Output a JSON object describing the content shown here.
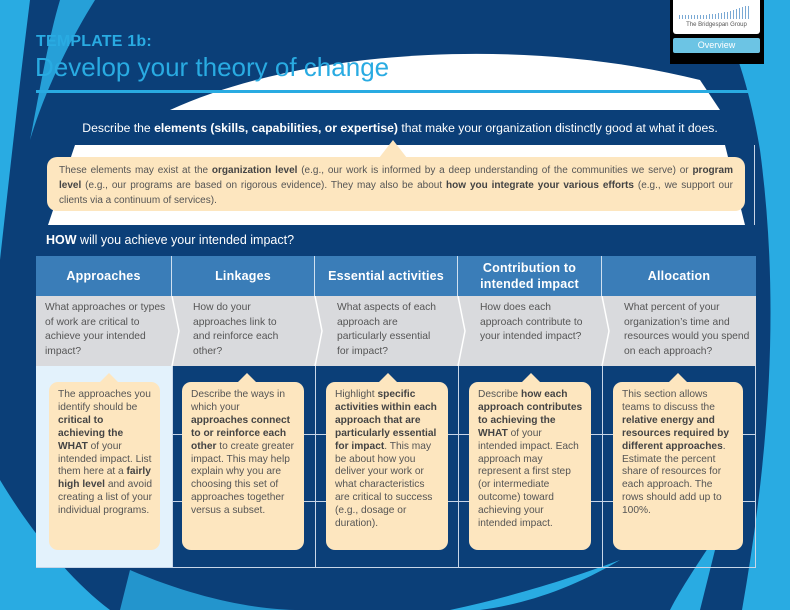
{
  "header": {
    "template_label": "TEMPLATE 1b:",
    "title": "Develop your theory of change"
  },
  "logo": {
    "org_name": "The Bridgespan Group",
    "overview_button": "Overview"
  },
  "intro": {
    "prefix": "Describe the ",
    "bold": "elements (skills, capabilities, or expertise)",
    "suffix": " that make your organization distinctly good at what it does."
  },
  "callout": {
    "parts": [
      {
        "text": "These elements may exist at the ",
        "bold": false
      },
      {
        "text": "organization level",
        "bold": true
      },
      {
        "text": " (e.g., our work is informed by a deep understanding of the communities we serve) or ",
        "bold": false
      },
      {
        "text": "program level",
        "bold": true
      },
      {
        "text": " (e.g., our programs are based on rigorous evidence). They may also be about ",
        "bold": false
      },
      {
        "text": "how you integrate your various efforts",
        "bold": true
      },
      {
        "text": " (e.g., we support our clients via a continuum of services).",
        "bold": false
      }
    ]
  },
  "how": {
    "bold": "HOW",
    "rest": " will you achieve your intended impact?"
  },
  "columns": [
    {
      "header": "Approaches",
      "question": "What approaches or types of work are critical to achieve your intended impact?",
      "tip": [
        {
          "text": "The approaches you identify should be ",
          "bold": false
        },
        {
          "text": "critical to achieving the WHAT",
          "bold": true
        },
        {
          "text": " of your intended impact. List them here at a ",
          "bold": false
        },
        {
          "text": "fairly high level",
          "bold": true
        },
        {
          "text": " and avoid creating a list of your individual programs.",
          "bold": false
        }
      ]
    },
    {
      "header": "Linkages",
      "question": "How do your approaches link to and reinforce each other?",
      "tip": [
        {
          "text": "Describe the ways in which your ",
          "bold": false
        },
        {
          "text": "approaches connect to or reinforce each other",
          "bold": true
        },
        {
          "text": " to create greater impact. This may help explain why you are choosing this set of approaches together versus a subset.",
          "bold": false
        }
      ]
    },
    {
      "header": "Essential activities",
      "question": "What aspects of each approach are particularly essential for impact?",
      "tip": [
        {
          "text": "Highlight ",
          "bold": false
        },
        {
          "text": "specific activities within each approach that are particularly essential for impact",
          "bold": true
        },
        {
          "text": ". This may be about how you deliver your work or what characteristics are critical to success (e.g., dosage or duration).",
          "bold": false
        }
      ]
    },
    {
      "header": "Contribution to intended impact",
      "question": "How does each approach contribute to your intended impact?",
      "tip": [
        {
          "text": "Describe ",
          "bold": false
        },
        {
          "text": "how each approach contributes to achieving the WHAT",
          "bold": true
        },
        {
          "text": " of your intended impact. Each approach may represent a first step (or intermediate outcome) toward achieving your intended impact.",
          "bold": false
        }
      ]
    },
    {
      "header": "Allocation",
      "question": "What percent of your organization’s time and resources would you spend on each approach?",
      "tip": [
        {
          "text": "This section allows teams to discuss the ",
          "bold": false
        },
        {
          "text": "relative energy and resources required by different approaches",
          "bold": true
        },
        {
          "text": ". Estimate the percent share of resources for each approach. The rows should add up to 100%.",
          "bold": false
        }
      ]
    }
  ],
  "colors": {
    "navy": "#0b3f78",
    "accent_cyan": "#29abe2",
    "header_blue": "#3a7db8",
    "question_gray": "#d9dadd",
    "tip_peach": "#fde6bf",
    "first_col_tint": "#e3f2fc"
  }
}
